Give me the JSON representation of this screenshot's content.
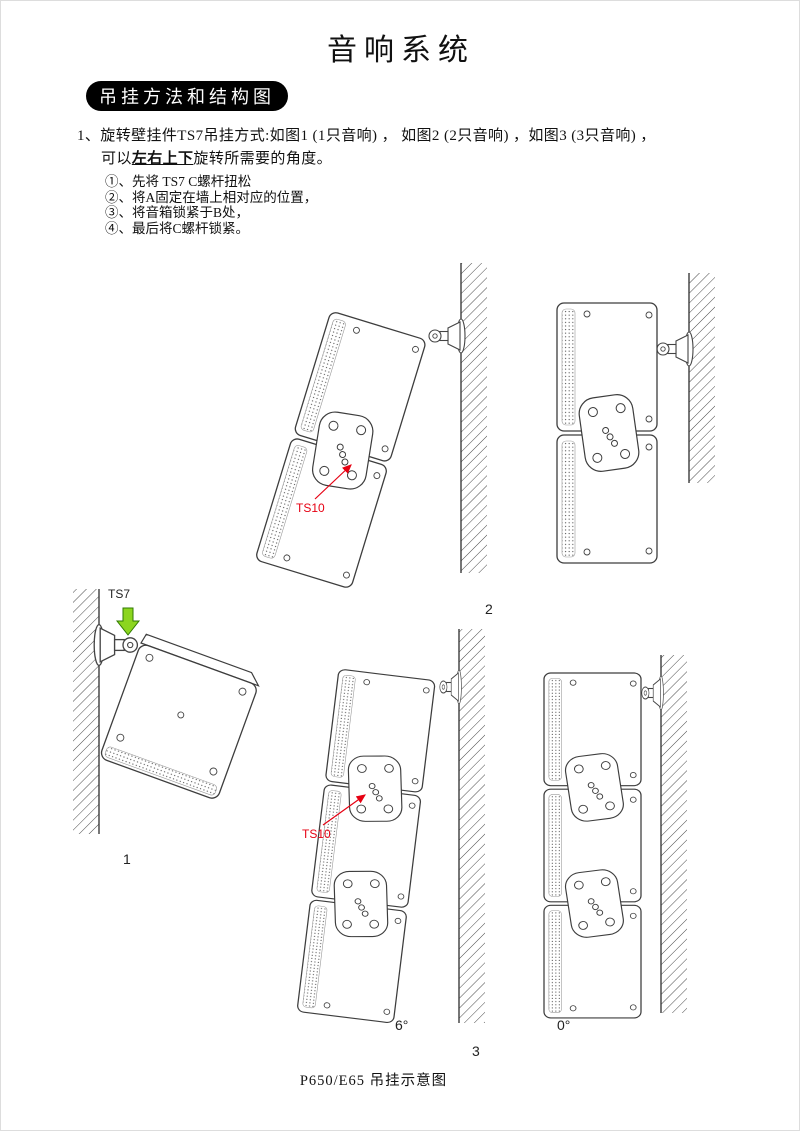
{
  "colors": {
    "accent_green": "#8cd51f",
    "accent_red": "#e60012",
    "line": "#3d3d3d"
  },
  "header": {
    "title": "音响系统",
    "section_badge": "吊挂方法和结构图"
  },
  "instructions": {
    "line1": "1、旋转壁挂件TS7吊挂方式:如图1 (1只音响) ， 如图2 (2只音响) ，如图3 (3只音响) ，",
    "line2_pre": "可以",
    "line2_emphasis": "左右上下",
    "line2_post": "旋转所需要的角度。",
    "steps": [
      "①、先将 TS7 C螺杆扭松",
      "②、将A固定在墙上相对应的位置，",
      "③、将音箱锁紧于B处，",
      "④、最后将C螺杆锁紧。"
    ]
  },
  "figures": {
    "fig1": {
      "number": "1",
      "part_label": "TS7"
    },
    "fig2": {
      "number": "2",
      "part_label": "TS10"
    },
    "fig3": {
      "number": "3",
      "part_label": "TS10",
      "angle_left": "6°",
      "angle_right": "0°"
    }
  },
  "footer": {
    "caption": "P650/E65 吊挂示意图"
  }
}
